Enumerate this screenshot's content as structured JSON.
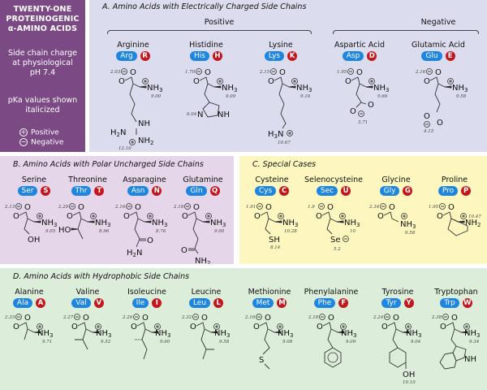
{
  "sidebar": {
    "title_lines": [
      "TWENTY-ONE",
      "PROTEINOGENIC",
      "α-AMINO ACIDS"
    ],
    "charge_lines": [
      "Side chain charge",
      "at physiological",
      "pH 7.4"
    ],
    "pka_lines": [
      "pKa values shown",
      "italicized"
    ],
    "legend": [
      {
        "symbol": "⊕",
        "label": "Positive"
      },
      {
        "symbol": "⊖",
        "label": "Negative"
      }
    ]
  },
  "panels": {
    "A": {
      "title": "A. Amino Acids with Electrically Charged Side Chains",
      "groups": [
        {
          "label": "Positive"
        },
        {
          "label": "Negative"
        }
      ],
      "amino_acids": [
        {
          "name": "Arginine",
          "three": "Arg",
          "one": "R",
          "pka_cooh": "2.03",
          "pka_nh3": "9.00",
          "pka_side": "12.10"
        },
        {
          "name": "Histidine",
          "three": "His",
          "one": "H",
          "pka_cooh": "1.70",
          "pka_nh3": "9.09",
          "pka_side": "6.04"
        },
        {
          "name": "Lysine",
          "three": "Lys",
          "one": "K",
          "pka_cooh": "2.15",
          "pka_nh3": "9.16",
          "pka_side": "10.67"
        },
        {
          "name": "Aspartic Acid",
          "three": "Asp",
          "one": "D",
          "pka_cooh": "1.95",
          "pka_nh3": "9.66",
          "pka_side": "3.71"
        },
        {
          "name": "Glutamic Acid",
          "three": "Glu",
          "one": "E",
          "pka_cooh": "2.16",
          "pka_nh3": "9.58",
          "pka_side": "4.15"
        }
      ]
    },
    "B": {
      "title": "B. Amino Acids with Polar Uncharged Side Chains",
      "amino_acids": [
        {
          "name": "Serine",
          "three": "Ser",
          "one": "S",
          "pka_cooh": "2.13",
          "pka_nh3": "9.05"
        },
        {
          "name": "Threonine",
          "three": "Thr",
          "one": "T",
          "pka_cooh": "2.20",
          "pka_nh3": "8.96"
        },
        {
          "name": "Asparagine",
          "three": "Asn",
          "one": "N",
          "pka_cooh": "2.16",
          "pka_nh3": "8.76"
        },
        {
          "name": "Glutamine",
          "three": "Gln",
          "one": "Q",
          "pka_cooh": "2.18",
          "pka_nh3": "9.00"
        }
      ]
    },
    "C": {
      "title": "C. Special Cases",
      "amino_acids": [
        {
          "name": "Cysteine",
          "three": "Cys",
          "one": "C",
          "pka_cooh": "1.91",
          "pka_nh3": "10.28",
          "pka_side": "8.14"
        },
        {
          "name": "Selenocysteine",
          "three": "Sec",
          "one": "U",
          "pka_cooh": "1.9",
          "pka_nh3": "10",
          "pka_side": "5.2"
        },
        {
          "name": "Glycine",
          "three": "Gly",
          "one": "G",
          "pka_cooh": "2.34",
          "pka_nh3": "9.58"
        },
        {
          "name": "Proline",
          "three": "Pro",
          "one": "P",
          "pka_cooh": "1.95",
          "pka_nh3": "10.47"
        }
      ]
    },
    "D": {
      "title": "D. Amino Acids with Hydrophobic Side Chains",
      "amino_acids": [
        {
          "name": "Alanine",
          "three": "Ala",
          "one": "A",
          "pka_cooh": "2.33",
          "pka_nh3": "9.71"
        },
        {
          "name": "Valine",
          "three": "Val",
          "one": "V",
          "pka_cooh": "2.27",
          "pka_nh3": "9.52"
        },
        {
          "name": "Isoleucine",
          "three": "Ile",
          "one": "I",
          "pka_cooh": "2.26",
          "pka_nh3": "9.60"
        },
        {
          "name": "Leucine",
          "three": "Leu",
          "one": "L",
          "pka_cooh": "2.32",
          "pka_nh3": "9.58"
        },
        {
          "name": "Methionine",
          "three": "Met",
          "one": "M",
          "pka_cooh": "2.16",
          "pka_nh3": "9.08"
        },
        {
          "name": "Phenylalanine",
          "three": "Phe",
          "one": "F",
          "pka_cooh": "2.18",
          "pka_nh3": "9.09"
        },
        {
          "name": "Tyrosine",
          "three": "Tyr",
          "one": "Y",
          "pka_cooh": "2.24",
          "pka_nh3": "9.04",
          "pka_side": "10.10"
        },
        {
          "name": "Tryptophan",
          "three": "Trp",
          "one": "W",
          "pka_cooh": "2.38",
          "pka_nh3": "9.34"
        }
      ]
    }
  },
  "colors": {
    "sidebar_bg": "#7b4a85",
    "panel_a_bg": "#dcdcef",
    "panel_b_bg": "#e5d6ea",
    "panel_c_bg": "#fdf6bf",
    "panel_d_bg": "#dcedd9",
    "three_letter_badge": "#1f86e0",
    "one_letter_badge": "#c4161c"
  }
}
